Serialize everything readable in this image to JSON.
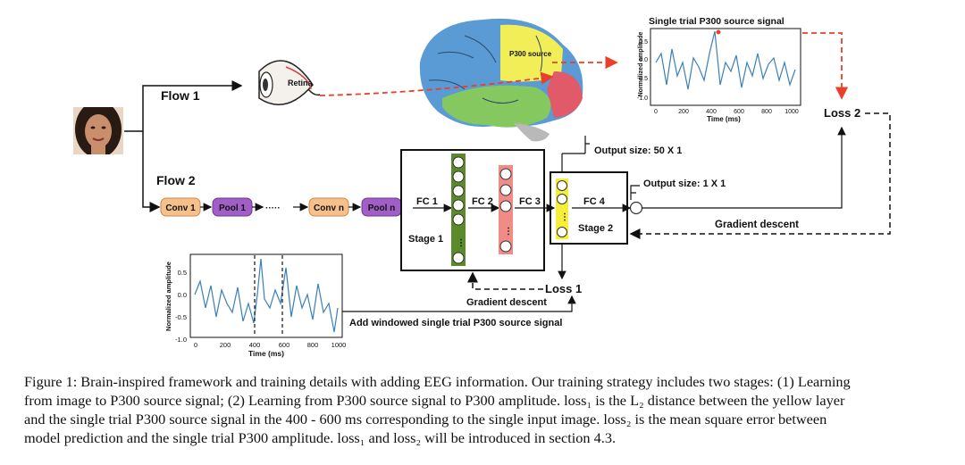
{
  "figure": {
    "flow1": "Flow 1",
    "flow2": "Flow 2",
    "retina": "Retina",
    "p300_source": "P300 source",
    "top_plot": {
      "title": "Single trial P300 source signal",
      "ylabel": "Normalized amplitude",
      "xlabel": "Time (ms)",
      "xticks": [
        "0",
        "200",
        "400",
        "600",
        "800",
        "1000"
      ],
      "yticks": [
        "0.5",
        "0.0",
        "-0.5",
        "-1.0"
      ]
    },
    "bottom_plot": {
      "ylabel": "Normalized amplitude",
      "xlabel": "Time (ms)",
      "xticks": [
        "0",
        "200",
        "400",
        "600",
        "800",
        "1000"
      ],
      "yticks": [
        "0.5",
        "0.0",
        "-0.5",
        "-1.0"
      ]
    },
    "conv1": "Conv 1",
    "pool1": "Pool 1",
    "dots": "·····",
    "convn": "Conv n",
    "pooln": "Pool n",
    "fc1": "FC 1",
    "fc2": "FC 2",
    "fc3": "FC 3",
    "fc4": "FC 4",
    "stage1": "Stage 1",
    "stage2": "Stage 2",
    "output50": "Output size: 50 X 1",
    "output1": "Output size: 1 X 1",
    "loss1": "Loss 1",
    "loss2": "Loss 2",
    "gradient1": "Gradient descent",
    "gradient2": "Gradient descent",
    "add_windowed": "Add windowed single trial P300 source signal"
  },
  "colors": {
    "red_arrow": "#e8402a",
    "conv": "#f6c08a",
    "pool": "#a05ec6",
    "green_layer": "#5a8a2a",
    "pink_layer": "#f08c86",
    "yellow_layer": "#f7ee3a",
    "signal": "#3a7fb8"
  },
  "caption": {
    "line1": "Figure 1: Brain-inspired framework and training details with adding EEG information. Our training strategy includes two stages: (1) Learning",
    "line2": "from image to P300 source signal; (2) Learning from P300 source signal to P300 amplitude. loss₁ is the L₂ distance between the yellow layer",
    "line3": "and the single trial P300 source signal in the 400 - 600 ms corresponding to the single input image. loss₂ is the mean square error between",
    "line4": "model prediction and the single trial P300 amplitude. loss₁ and loss₂ will be introduced in section 4.3."
  }
}
